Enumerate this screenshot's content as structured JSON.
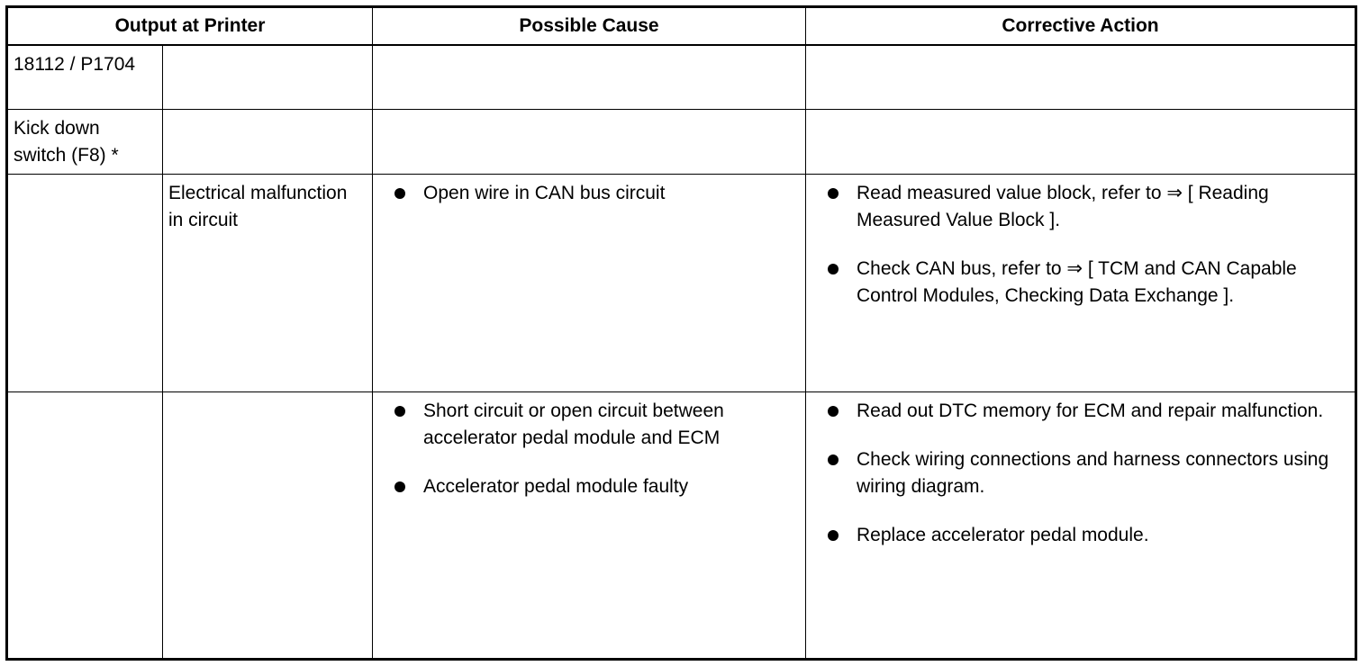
{
  "headers": {
    "output_at_printer": "Output at Printer",
    "possible_cause": "Possible Cause",
    "corrective_action": "Corrective Action"
  },
  "rows": {
    "code": {
      "col1": "18112 / P1704"
    },
    "component": {
      "col1": "Kick down switch (F8) *"
    },
    "electrical": {
      "col2": "Electrical malfunction in circuit",
      "causes": [
        "Open wire in CAN bus circuit"
      ],
      "actions": [
        "Read measured value block, refer to ⇒ [ Reading Measured Value Block ].",
        "Check CAN bus, refer to ⇒ [ TCM and CAN Capable Control Modules, Checking Data Exchange ]."
      ]
    },
    "short": {
      "causes": [
        "Short circuit or open circuit between accelerator pedal module and ECM",
        "Accelerator pedal module faulty"
      ],
      "actions": [
        "Read out DTC memory for ECM and repair malfunction.",
        "Check wiring connections and harness connectors using wiring diagram.",
        "Replace accelerator pedal module."
      ]
    }
  }
}
